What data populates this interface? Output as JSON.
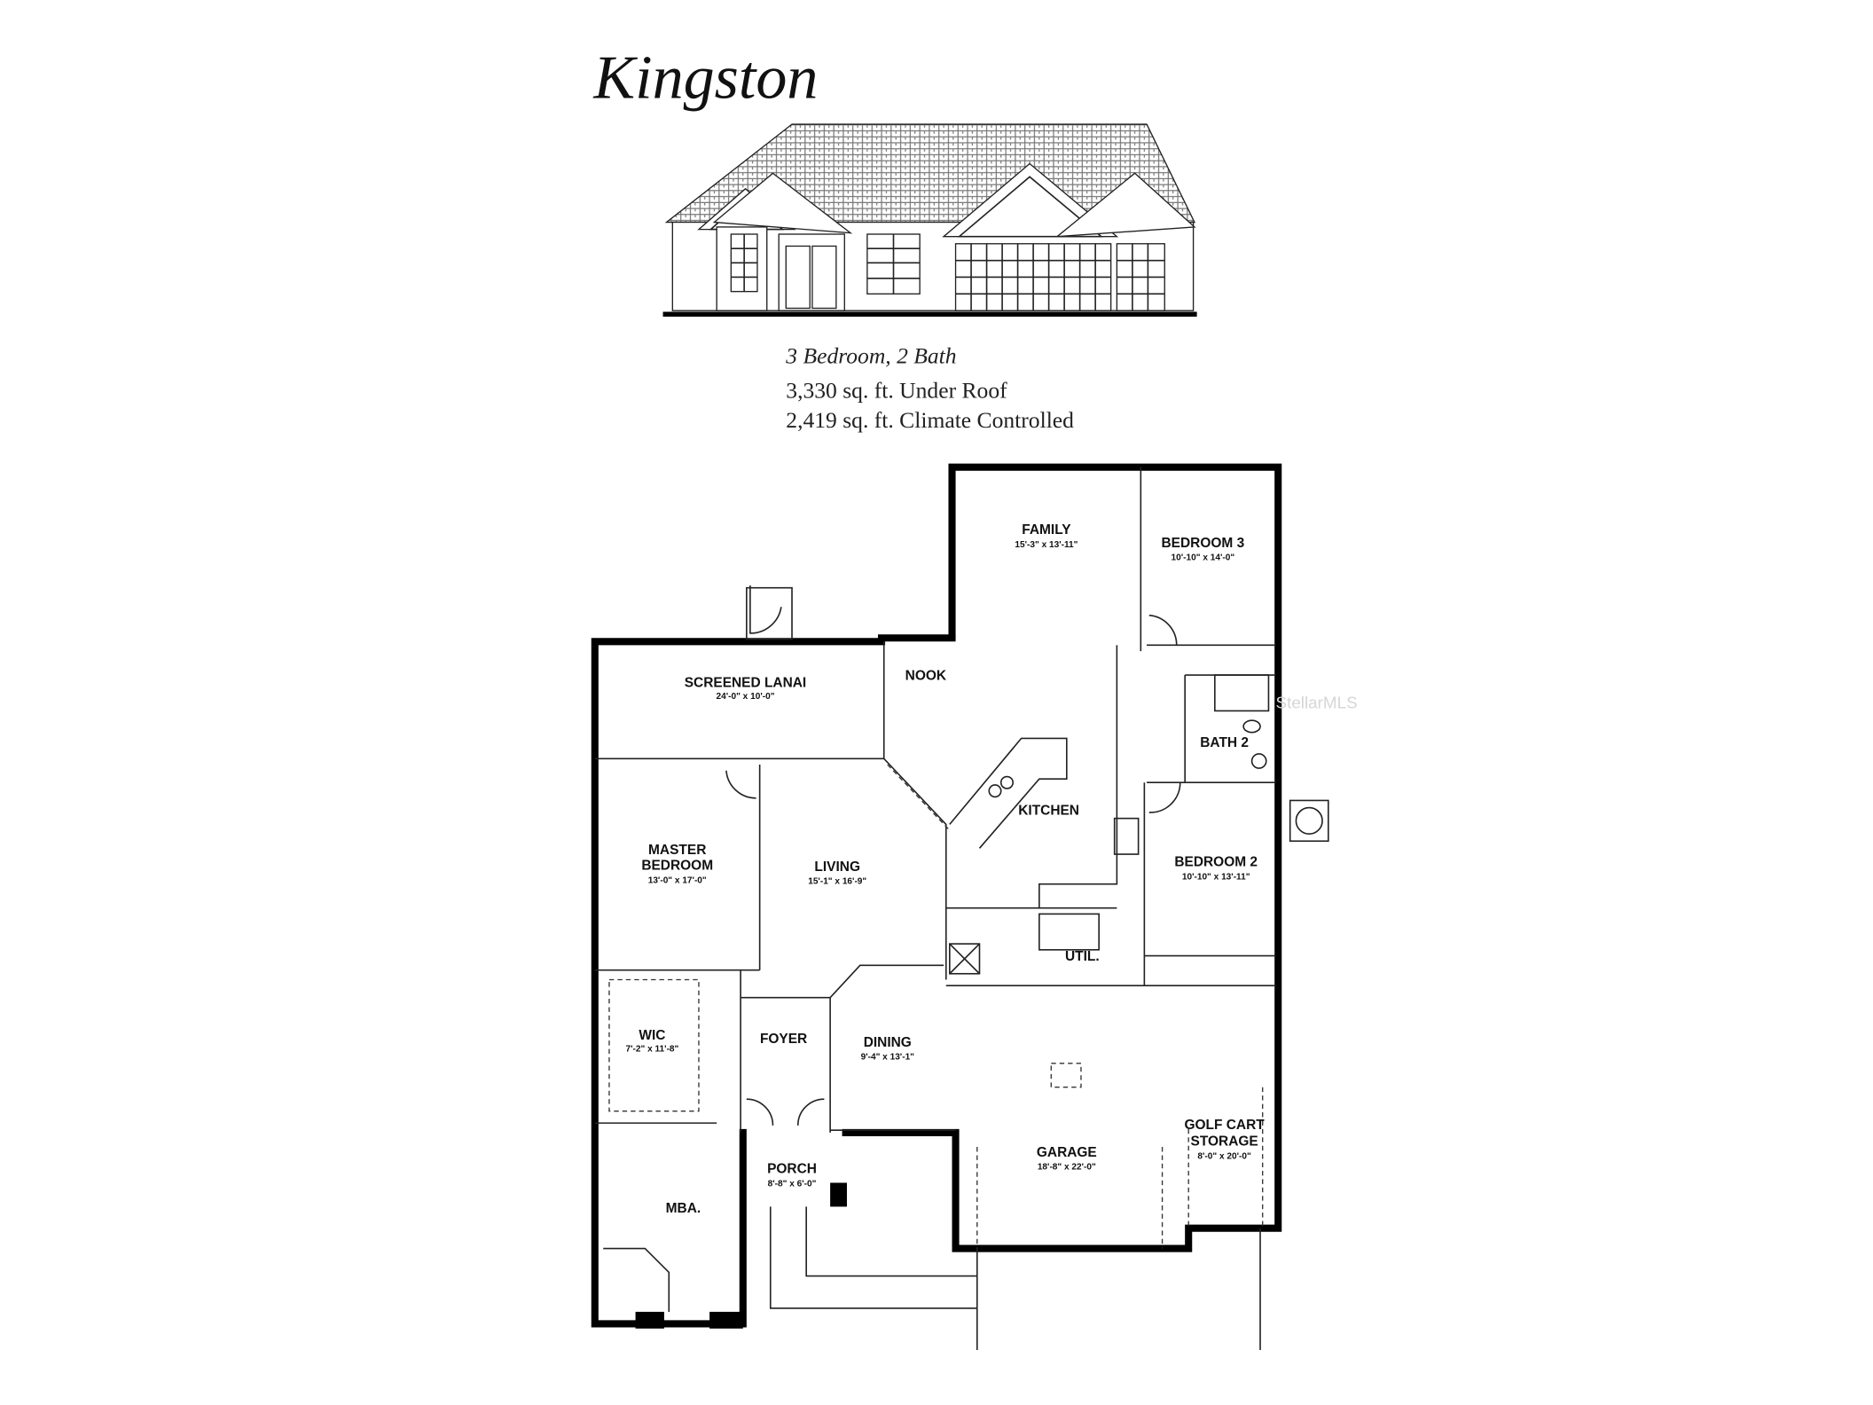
{
  "header": {
    "title": "Kingston",
    "bed_bath": "3 Bedroom, 2 Bath",
    "under_roof": "3,330 sq. ft. Under Roof",
    "climate_controlled": "2,419 sq. ft. Climate Controlled"
  },
  "rooms": {
    "family": {
      "label": "FAMILY",
      "dims": "15'-3\" x 13'-11\""
    },
    "bedroom3": {
      "label": "BEDROOM 3",
      "dims": "10'-10\" x 14'-0\""
    },
    "nook": {
      "label": "NOOK"
    },
    "screened_lanai": {
      "label": "SCREENED LANAI",
      "dims": "24'-0\" x 10'-0\""
    },
    "bath2": {
      "label": "BATH 2"
    },
    "kitchen": {
      "label": "KITCHEN"
    },
    "bedroom2": {
      "label": "BEDROOM 2",
      "dims": "10'-10\" x 13'-11\""
    },
    "master_bedroom": {
      "label_line1": "MASTER",
      "label_line2": "BEDROOM",
      "dims": "13'-0\" x 17'-0\""
    },
    "living": {
      "label": "LIVING",
      "dims": "15'-1\" x 16'-9\""
    },
    "util": {
      "label": "UTIL."
    },
    "wic": {
      "label": "WIC",
      "dims": "7'-2\" x 11'-8\""
    },
    "foyer": {
      "label": "FOYER"
    },
    "dining": {
      "label": "DINING",
      "dims": "9'-4\" x 13'-1\""
    },
    "garage": {
      "label": "GARAGE",
      "dims": "18'-8\" x 22'-0\""
    },
    "golf_cart": {
      "label_line1": "GOLF CART",
      "label_line2": "STORAGE",
      "dims": "8'-0\" x 20'-0\""
    },
    "porch": {
      "label": "PORCH",
      "dims": "8'-8\" x 6'-0\""
    },
    "mba": {
      "label": "MBA."
    }
  },
  "watermark": "StellarMLS"
}
